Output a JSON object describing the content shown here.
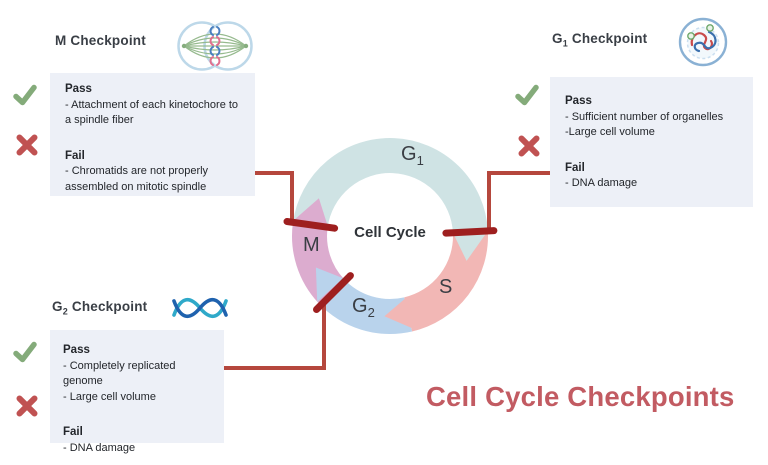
{
  "title": "Cell Cycle Checkpoints",
  "colors": {
    "background": "#ffffff",
    "title_red": "#c25b62",
    "connector_red": "#b5473d",
    "checkpoint_bar_red": "#9e1f1f",
    "check_green": "#84ab7a",
    "cross_red": "#c05252",
    "box_bg": "#edf0f7",
    "heading_text": "#3a3f46",
    "body_text": "#23262b",
    "phase_g1": "#cfe3e4",
    "phase_s": "#f2b7b5",
    "phase_g2": "#b9d3ec",
    "phase_m": "#dcaccf"
  },
  "cycle": {
    "center_label": "Cell Cycle",
    "order": [
      "G1",
      "S",
      "G2",
      "M"
    ],
    "phase_labels": {
      "g1": {
        "base": "G",
        "sub": "1"
      },
      "s": {
        "base": "S",
        "sub": ""
      },
      "g2": {
        "base": "G",
        "sub": "2"
      },
      "m": {
        "base": "M",
        "sub": ""
      }
    }
  },
  "checkpoints": {
    "m": {
      "title_parts": [
        "M",
        "",
        " Checkpoint"
      ],
      "icon": "mitotic-spindle-icon",
      "pass_label": "Pass",
      "pass_lines": [
        "- Attachment of each kinetochore to",
        "a spindle fiber"
      ],
      "fail_label": "Fail",
      "fail_lines": [
        "- Chromatids are not properly",
        "assembled on mitotic spindle"
      ]
    },
    "g1": {
      "title_parts": [
        "G",
        "1",
        " Checkpoint"
      ],
      "icon": "cell-organelles-icon",
      "pass_label": "Pass",
      "pass_lines": [
        "- Sufficient number of organelles",
        "-Large cell volume"
      ],
      "fail_label": "Fail",
      "fail_lines": [
        "- DNA damage"
      ]
    },
    "g2": {
      "title_parts": [
        "G",
        "2",
        " Checkpoint"
      ],
      "icon": "dna-icon",
      "pass_label": "Pass",
      "pass_lines": [
        "- Completely replicated genome",
        "- Large cell volume"
      ],
      "fail_label": "Fail",
      "fail_lines": [
        "- DNA damage"
      ]
    }
  }
}
